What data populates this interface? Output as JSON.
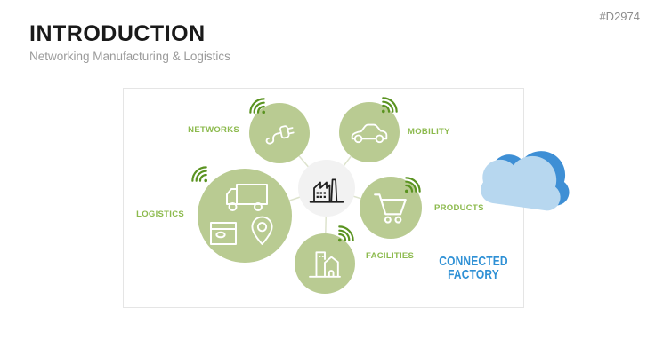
{
  "slide": {
    "code": "#D2974",
    "title": "INTRODUCTION",
    "subtitle": "Networking Manufacturing & Logistics"
  },
  "diagram": {
    "nodes": [
      {
        "id": "networks",
        "label": "NETWORKS",
        "icon": "plug-icon",
        "label_side": "left"
      },
      {
        "id": "mobility",
        "label": "MOBILITY",
        "icon": "car-icon",
        "label_side": "right"
      },
      {
        "id": "logistics",
        "label": "LOGISTICS",
        "icon": "truck-box-pin-icons",
        "label_side": "left"
      },
      {
        "id": "products",
        "label": "PRODUCTS",
        "icon": "shopping-cart-icon",
        "label_side": "right"
      },
      {
        "id": "facilities",
        "label": "FACILITIES",
        "icon": "building-icon",
        "label_side": "right"
      }
    ],
    "hub_icon": "factory-icon",
    "signal_icon": "wireless-signal-icon",
    "caption": {
      "line1": "CONNECTED",
      "line2": "FACTORY"
    },
    "colors": {
      "node_green": "#b9cb92",
      "signal_green": "#5a9320",
      "label_green": "#8cba4d",
      "caption_blue": "#2e90d5",
      "cloud_light": "#b7d7ef",
      "cloud_dark": "#3e8fd5",
      "hub_gray": "#f2f2f2",
      "line_gray_green": "#dde3cd"
    }
  }
}
